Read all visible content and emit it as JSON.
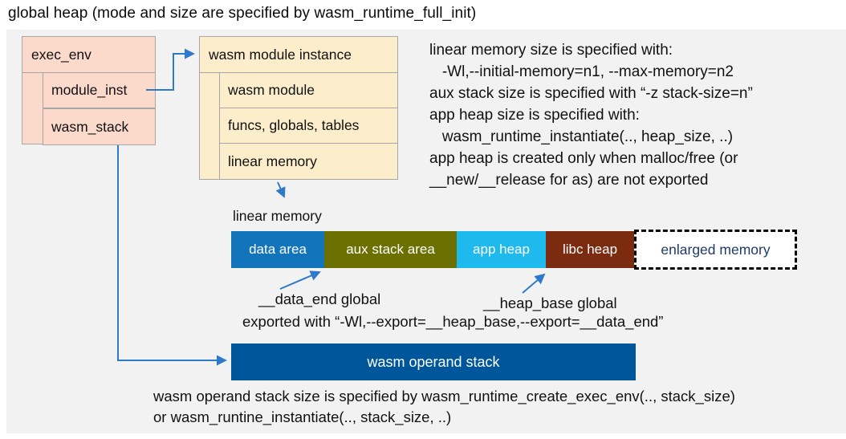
{
  "title": "global heap (mode and size are specified by wasm_runtime_full_init)",
  "colors": {
    "panel_bg": "#f2f2f2",
    "struct_pink": "#fbdacc",
    "struct_cream": "#fdeecb",
    "box_border": "#a6a6a6",
    "data_area": "#1274bb",
    "aux_stack_area": "#6b7000",
    "app_heap": "#1eb9ed",
    "libc_heap": "#7b2b10",
    "operand_stack": "#00569b",
    "enlarged_text": "#1e3a66",
    "arrow": "#2e79c9"
  },
  "exec_env": {
    "title": "exec_env",
    "fields": [
      {
        "label": "module_inst"
      },
      {
        "label": "wasm_stack"
      }
    ]
  },
  "module_instance": {
    "title": "wasm module instance",
    "fields": [
      {
        "label": "wasm module"
      },
      {
        "label": "funcs, globals, tables"
      },
      {
        "label": "linear memory"
      }
    ]
  },
  "notes": {
    "lines": [
      "linear memory size is specified with:",
      "   -Wl,--initial-memory=n1, --max-memory=n2",
      "aux stack size is specified with “-z stack-size=n”",
      "app heap size is specified with:",
      "   wasm_runtime_instantiate(.., heap_size, ..)",
      "app heap is created only when malloc/free (or",
      "__new/__release for as) are not exported"
    ]
  },
  "linear_memory": {
    "label": "linear memory",
    "segments": [
      {
        "label": "data area",
        "color": "#1274bb"
      },
      {
        "label": "aux stack area",
        "color": "#6b7000"
      },
      {
        "label": "app heap",
        "color": "#1eb9ed"
      },
      {
        "label": "libc heap",
        "color": "#7b2b10"
      }
    ],
    "enlarged": {
      "label": "enlarged memory"
    }
  },
  "annotations": {
    "data_end": "__data_end global",
    "heap_base": "__heap_base global",
    "exported": "exported with “-Wl,--export=__heap_base,--export=__data_end”"
  },
  "operand_stack": {
    "label": "wasm operand stack",
    "caption": [
      "wasm operand stack size is specified by wasm_runtime_create_exec_env(.., stack_size)",
      "or wasm_runtine_instantiate(.., stack_size, ..)"
    ]
  }
}
